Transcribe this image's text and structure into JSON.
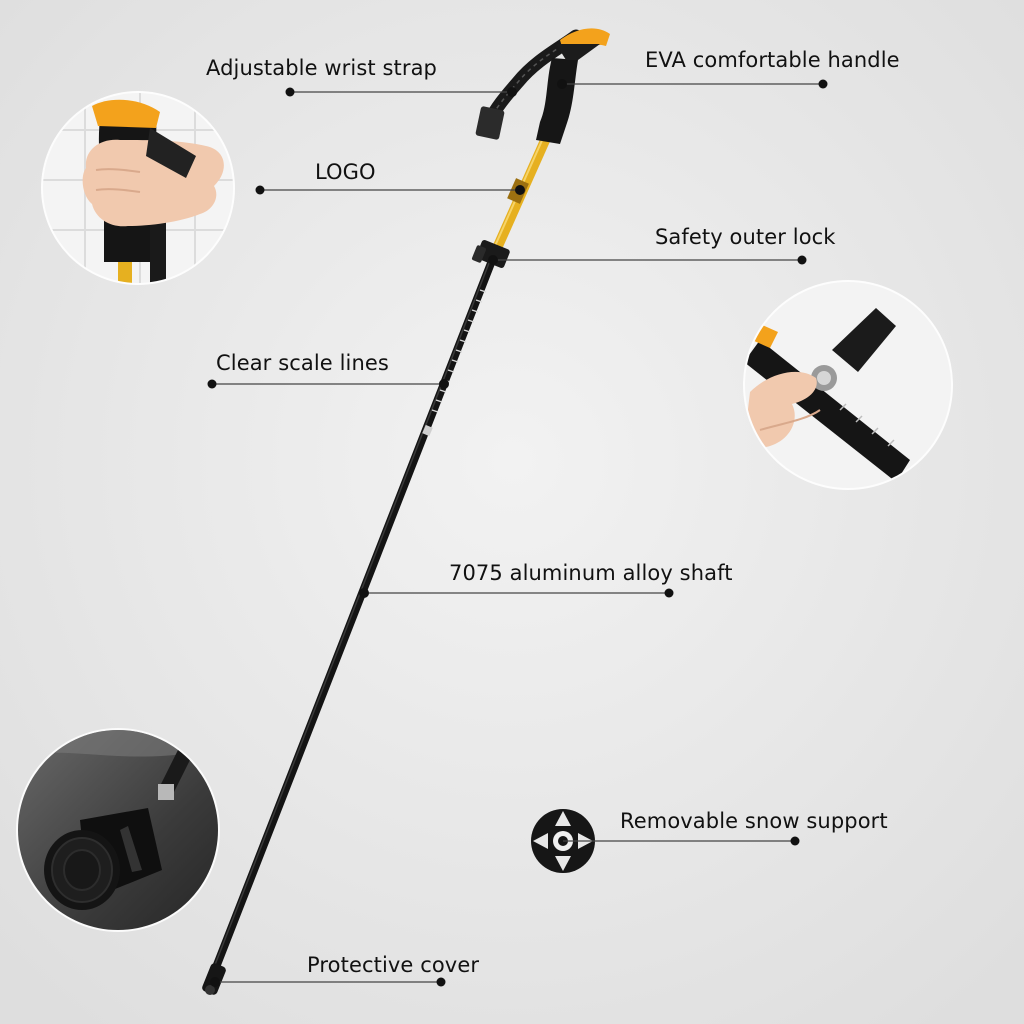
{
  "labels": {
    "wrist_strap": "Adjustable wrist strap",
    "handle": "EVA comfortable handle",
    "logo": "LOGO",
    "outer_lock": "Safety outer lock",
    "scale_lines": "Clear scale lines",
    "shaft": "7075 aluminum alloy shaft",
    "snow_support": "Removable snow support",
    "protective_cover": "Protective cover"
  },
  "colors": {
    "background": "#ececec",
    "shaft": "#141414",
    "accent_orange": "#f3a21c",
    "upper_section": "#e6b020",
    "leader_line": "#444444"
  }
}
